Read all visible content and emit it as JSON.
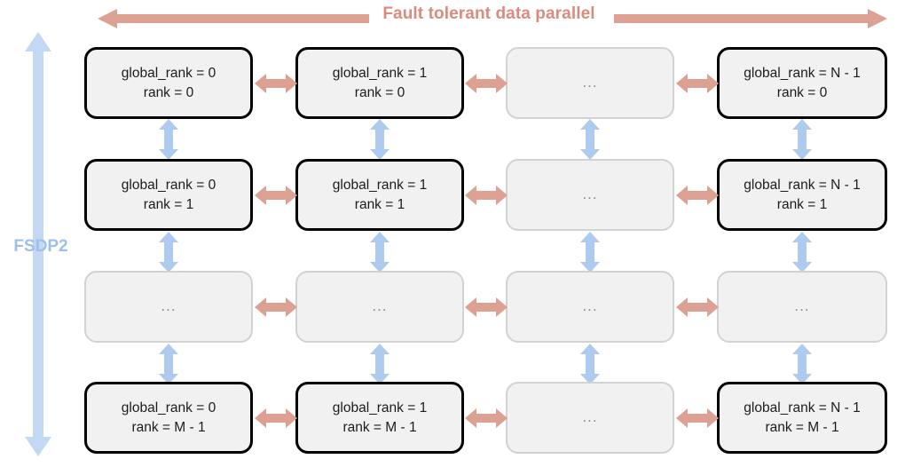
{
  "header": {
    "title": "Fault tolerant data parallel",
    "title_color": "#d98b7d",
    "left_arrow_icon": "arrow-left-icon",
    "right_arrow_icon": "arrow-right-icon"
  },
  "side": {
    "label": "FSDP2",
    "label_color": "#9dc0ea",
    "arrow_icon": "double-arrow-vertical-icon"
  },
  "colors": {
    "node_fill": "#f1f1f1",
    "node_border_solid": "#000000",
    "node_border_ghost": "#d2d2d2",
    "horizontal_arrow": "#dda193",
    "vertical_arrow": "#aecbef",
    "ellipsis_text": "#8c8c8c"
  },
  "grid": {
    "columns": 4,
    "rows": 4,
    "ellipsis": "...",
    "nodes": [
      [
        {
          "type": "solid",
          "line1": "global_rank = 0",
          "line2": "rank = 0"
        },
        {
          "type": "solid",
          "line1": "global_rank = 1",
          "line2": "rank = 0"
        },
        {
          "type": "ghost",
          "line1": "...",
          "line2": ""
        },
        {
          "type": "solid",
          "line1": "global_rank = N - 1",
          "line2": "rank = 0"
        }
      ],
      [
        {
          "type": "solid",
          "line1": "global_rank = 0",
          "line2": "rank = 1"
        },
        {
          "type": "solid",
          "line1": "global_rank = 1",
          "line2": "rank = 1"
        },
        {
          "type": "ghost",
          "line1": "...",
          "line2": ""
        },
        {
          "type": "solid",
          "line1": "global_rank = N - 1",
          "line2": "rank = 1"
        }
      ],
      [
        {
          "type": "ghost",
          "line1": "...",
          "line2": ""
        },
        {
          "type": "ghost",
          "line1": "...",
          "line2": ""
        },
        {
          "type": "ghost",
          "line1": "...",
          "line2": ""
        },
        {
          "type": "ghost",
          "line1": "...",
          "line2": ""
        }
      ],
      [
        {
          "type": "solid",
          "line1": "global_rank = 0",
          "line2": "rank = M - 1"
        },
        {
          "type": "solid",
          "line1": "global_rank = 1",
          "line2": "rank = M - 1"
        },
        {
          "type": "ghost",
          "line1": "...",
          "line2": ""
        },
        {
          "type": "solid",
          "line1": "global_rank = N - 1",
          "line2": "rank = M - 1"
        }
      ]
    ]
  },
  "connectors": {
    "horizontal_icon": "double-arrow-horizontal-icon",
    "vertical_icon": "double-arrow-vertical-icon"
  }
}
